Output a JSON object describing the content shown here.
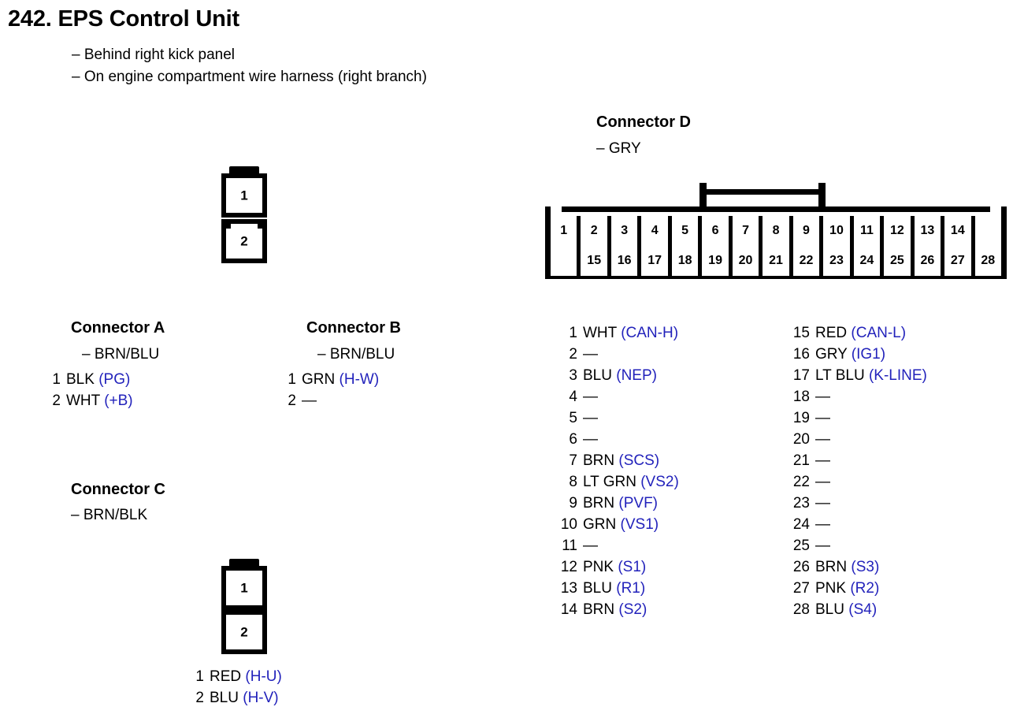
{
  "page": {
    "title": "242.  EPS Control Unit",
    "notes": [
      "– Behind right kick panel",
      "– On engine compartment wire harness (right branch)"
    ]
  },
  "colors": {
    "signal_blue": "#2222bb",
    "ink": "#000000",
    "background": "#ffffff"
  },
  "top_connector": {
    "cells": [
      {
        "label": "1"
      },
      {
        "label": "2"
      }
    ]
  },
  "connector_a": {
    "heading": "Connector A",
    "color_line": "– BRN/BLU",
    "pins": [
      {
        "num": "1",
        "wire": "BLK",
        "signal": "(PG)"
      },
      {
        "num": "2",
        "wire": "WHT",
        "signal": "(+B)"
      }
    ]
  },
  "connector_b": {
    "heading": "Connector B",
    "color_line": "– BRN/BLU",
    "pins": [
      {
        "num": "1",
        "wire": "GRN",
        "signal": "(H-W)"
      },
      {
        "num": "2",
        "wire": "—",
        "signal": ""
      }
    ]
  },
  "connector_c": {
    "heading": "Connector C",
    "color_line": "– BRN/BLK",
    "cells": [
      {
        "label": "1"
      },
      {
        "label": "2"
      }
    ],
    "pins": [
      {
        "num": "1",
        "wire": "RED",
        "signal": "(H-U)"
      },
      {
        "num": "2",
        "wire": "BLU",
        "signal": "(H-V)"
      }
    ]
  },
  "connector_d": {
    "heading": "Connector D",
    "color_line": "– GRY",
    "diagram": {
      "top_row": [
        "1",
        "2",
        "3",
        "4",
        "5",
        "6",
        "7",
        "8",
        "9",
        "10",
        "11",
        "12",
        "13",
        "14",
        ""
      ],
      "bottom_row": [
        "",
        "15",
        "16",
        "17",
        "18",
        "19",
        "20",
        "21",
        "22",
        "23",
        "24",
        "25",
        "26",
        "27",
        "28"
      ]
    },
    "pins_left": [
      {
        "num": "1",
        "wire": "WHT",
        "signal": "(CAN-H)"
      },
      {
        "num": "2",
        "wire": "—",
        "signal": ""
      },
      {
        "num": "3",
        "wire": "BLU",
        "signal": "(NEP)"
      },
      {
        "num": "4",
        "wire": "—",
        "signal": ""
      },
      {
        "num": "5",
        "wire": "—",
        "signal": ""
      },
      {
        "num": "6",
        "wire": "—",
        "signal": ""
      },
      {
        "num": "7",
        "wire": "BRN",
        "signal": "(SCS)"
      },
      {
        "num": "8",
        "wire": "LT GRN",
        "signal": "(VS2)"
      },
      {
        "num": "9",
        "wire": "BRN",
        "signal": "(PVF)"
      },
      {
        "num": "10",
        "wire": "GRN",
        "signal": "(VS1)"
      },
      {
        "num": "11",
        "wire": "—",
        "signal": ""
      },
      {
        "num": "12",
        "wire": "PNK",
        "signal": "(S1)"
      },
      {
        "num": "13",
        "wire": "BLU",
        "signal": "(R1)"
      },
      {
        "num": "14",
        "wire": "BRN",
        "signal": "(S2)"
      }
    ],
    "pins_right": [
      {
        "num": "15",
        "wire": "RED",
        "signal": "(CAN-L)"
      },
      {
        "num": "16",
        "wire": "GRY",
        "signal": "(IG1)"
      },
      {
        "num": "17",
        "wire": "LT BLU",
        "signal": "(K-LINE)"
      },
      {
        "num": "18",
        "wire": "—",
        "signal": ""
      },
      {
        "num": "19",
        "wire": "—",
        "signal": ""
      },
      {
        "num": "20",
        "wire": "—",
        "signal": ""
      },
      {
        "num": "21",
        "wire": "—",
        "signal": ""
      },
      {
        "num": "22",
        "wire": "—",
        "signal": ""
      },
      {
        "num": "23",
        "wire": "—",
        "signal": ""
      },
      {
        "num": "24",
        "wire": "—",
        "signal": ""
      },
      {
        "num": "25",
        "wire": "—",
        "signal": ""
      },
      {
        "num": "26",
        "wire": "BRN",
        "signal": "(S3)"
      },
      {
        "num": "27",
        "wire": "PNK",
        "signal": "(R2)"
      },
      {
        "num": "28",
        "wire": "BLU",
        "signal": "(S4)"
      }
    ]
  }
}
